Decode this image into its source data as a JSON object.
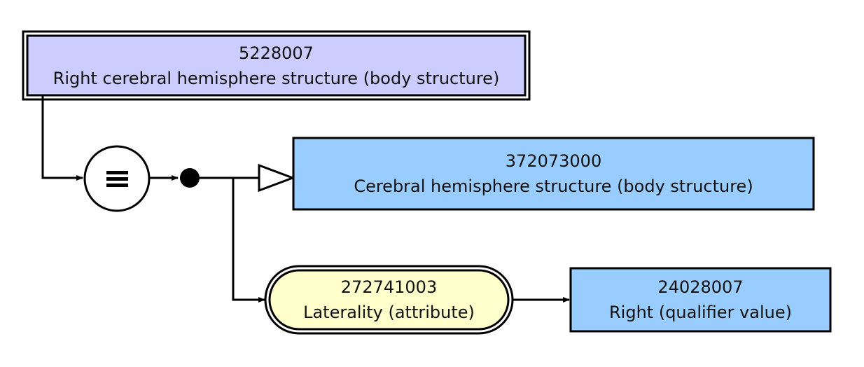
{
  "colors": {
    "defined_concept_fill": "#ccccff",
    "primitive_concept_fill": "#99ccff",
    "attribute_fill": "#ffffcc",
    "stroke": "#000000"
  },
  "focus_concept": {
    "id": "5228007",
    "label": "Right cerebral hemisphere structure (body structure)"
  },
  "operator": {
    "symbol": "≡"
  },
  "parent_concept": {
    "id": "372073000",
    "label": "Cerebral hemisphere structure (body structure)"
  },
  "attribute": {
    "id": "272741003",
    "label": "Laterality (attribute)"
  },
  "attribute_value": {
    "id": "24028007",
    "label": "Right (qualifier value)"
  }
}
